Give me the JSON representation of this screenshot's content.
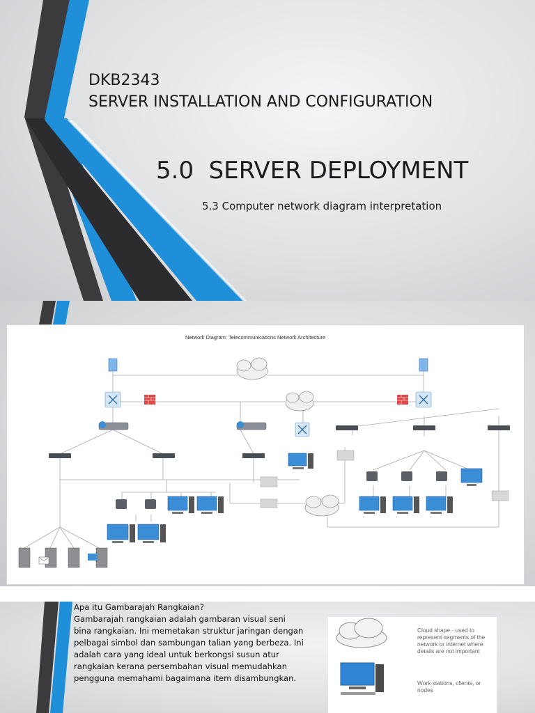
{
  "slide1": {
    "course_code": "DKB2343",
    "course_title": "SERVER INSTALLATION AND CONFIGURATION",
    "chapter_title": "5.0  SERVER DEPLOYMENT",
    "subtopic": "5.3 Computer network diagram interpretation"
  },
  "slide2": {
    "diagram_title": "Network Diagram: Telecommunications Network Architecture"
  },
  "slide3": {
    "heading": "Apa itu Gambarajah Rangkaian?",
    "body": "Gambarajah rangkaian adalah gambaran visual seni bina rangkaian. Ini memetakan struktur jaringan dengan pelbagai simbol dan sambungan talian yang berbeza. Ini adalah cara yang ideal untuk berkongsi susun atur rangkaian kerana persembahan visual memudahkan pengguna memahami bagaimana item disambungkan.",
    "legend": [
      {
        "icon": "cloud-icon",
        "text": "Cloud shape - used to represent segments of the network or internet where details are not important"
      },
      {
        "icon": "workstation-icon",
        "text": "Work stations, clients, or nodes"
      }
    ]
  },
  "colors": {
    "accent_blue": "#1e8ed8",
    "dark_band": "#3b3b3d",
    "slide_bg": "#dcdee0"
  }
}
